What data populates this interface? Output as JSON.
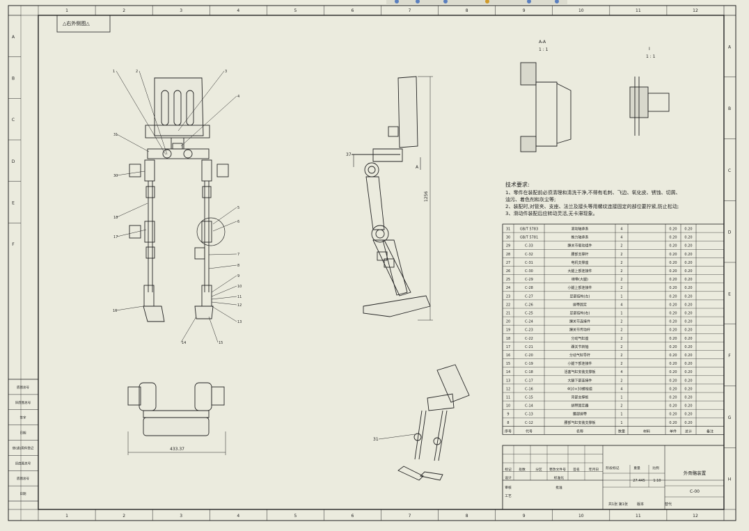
{
  "sheet": {
    "colors": {
      "paper": "#ebebde",
      "line": "#1a1a1a",
      "accent": "#c98a2e"
    },
    "top_numbers": [
      "1",
      "2",
      "3",
      "4",
      "5",
      "6",
      "7",
      "8",
      "9",
      "10",
      "11",
      "12"
    ],
    "bottom_numbers": [
      "1",
      "2",
      "3",
      "4",
      "5",
      "6",
      "7",
      "8",
      "9",
      "10",
      "11",
      "12"
    ],
    "left_letters": [
      "A",
      "B",
      "C",
      "D",
      "E",
      "F"
    ],
    "right_letters": [
      "A",
      "B",
      "C",
      "D",
      "E",
      "F",
      "G",
      "H"
    ],
    "corner_label": "△右外侧图△"
  },
  "left_strip": [
    "底图总号",
    "旧底图总号",
    "签字",
    "日期",
    "借(通)用件登记",
    "旧底图总号",
    "底图总号",
    "日期"
  ],
  "views": {
    "front": {
      "callouts_left": [
        "1",
        "2",
        "31",
        "30",
        "18",
        "17",
        "16"
      ],
      "callouts_right": [
        "3",
        "4",
        "5",
        "6",
        "7",
        "8",
        "9",
        "10",
        "11",
        "12",
        "13",
        "14",
        "15"
      ]
    },
    "side": {
      "callout": "37",
      "section_letter": "A",
      "height_dim": "1256"
    },
    "top": {
      "width_dim": "433.37"
    },
    "section_a": {
      "label": "A-A",
      "scale": "1 : 1"
    },
    "detail_i": {
      "label": "I",
      "scale": "1 : 1"
    },
    "iso": {
      "callout": "31"
    }
  },
  "tech_notes": {
    "title": "技术要求:",
    "lines": [
      "1、零件在装配前必须清理和清洗干净,不得有毛刺、飞边、氧化皮、锈蚀、切屑、",
      "    油污、着色剂和灰尘等;",
      "2、装配时,对管夹、支座、法兰及接头等用螺纹连接固定的部位要拧紧,防止松动;",
      "3、滑动件装配后应转动灵活,无卡滞现象。"
    ]
  },
  "bom": {
    "rows": [
      [
        "31",
        "GB/T 5783",
        "滚动轴承系",
        "4",
        "",
        "0.20",
        "0.20"
      ],
      [
        "30",
        "GB/T 5781",
        "推力轴承系",
        "4",
        "",
        "0.20",
        "0.20"
      ],
      [
        "29",
        "C-33",
        "踝关节驱动组件",
        "2",
        "",
        "0.20",
        "0.20"
      ],
      [
        "28",
        "C-32",
        "腰部支撑杆",
        "2",
        "",
        "0.20",
        "0.20"
      ],
      [
        "27",
        "C-31",
        "电机支撑座",
        "2",
        "",
        "0.20",
        "0.20"
      ],
      [
        "26",
        "C-30",
        "大腿上部连接件",
        "2",
        "",
        "0.20",
        "0.20"
      ],
      [
        "25",
        "C-29",
        "绑带(大腿)",
        "2",
        "",
        "0.20",
        "0.20"
      ],
      [
        "24",
        "C-28",
        "小腿上部连接件",
        "2",
        "",
        "0.20",
        "0.20"
      ],
      [
        "23",
        "C-27",
        "足部结构(左)",
        "1",
        "",
        "0.20",
        "0.20"
      ],
      [
        "22",
        "C-26",
        "绑带固定",
        "4",
        "",
        "0.20",
        "0.20"
      ],
      [
        "21",
        "C-25",
        "足部结构(右)",
        "1",
        "",
        "0.20",
        "0.20"
      ],
      [
        "20",
        "C-24",
        "踝关节连接件",
        "2",
        "",
        "0.20",
        "0.20"
      ],
      [
        "19",
        "C-23",
        "踝关节传动杆",
        "2",
        "",
        "0.20",
        "0.20"
      ],
      [
        "18",
        "C-22",
        "分动气缸座",
        "2",
        "",
        "0.20",
        "0.20"
      ],
      [
        "17",
        "C-21",
        "踝关节转轴",
        "2",
        "",
        "0.20",
        "0.20"
      ],
      [
        "16",
        "C-20",
        "分动气缸导杆",
        "2",
        "",
        "0.20",
        "0.20"
      ],
      [
        "15",
        "C-19",
        "小腿下部连接件",
        "2",
        "",
        "0.20",
        "0.20"
      ],
      [
        "14",
        "C-18",
        "活塞气缸安装支撑板",
        "4",
        "",
        "0.20",
        "0.20"
      ],
      [
        "13",
        "C-17",
        "大腿下部连接件",
        "2",
        "",
        "0.20",
        "0.20"
      ],
      [
        "12",
        "C-16",
        "Φ10×30螺栓组",
        "4",
        "",
        "0.20",
        "0.20"
      ],
      [
        "11",
        "C-15",
        "背部支撑板",
        "1",
        "",
        "0.20",
        "0.20"
      ],
      [
        "10",
        "C-14",
        "绑带固定器",
        "2",
        "",
        "0.20",
        "0.20"
      ],
      [
        "9",
        "C-13",
        "腰部绑带",
        "1",
        "",
        "0.20",
        "0.20"
      ],
      [
        "8",
        "C-12",
        "腰部气缸安装支撑板",
        "1",
        "",
        "0.20",
        "0.20"
      ]
    ],
    "header": [
      "序号",
      "代号",
      "名称",
      "数量",
      "材料",
      "单件",
      "总计",
      "备注"
    ]
  },
  "title_block": {
    "row1": [
      "标记",
      "处数",
      "分区",
      "更改文件号",
      "签名",
      "年月日"
    ],
    "labels": [
      "设计",
      "审核",
      "工艺",
      "标准化",
      "批准"
    ],
    "stage_headers": [
      "阶段标记",
      "重量",
      "比例"
    ],
    "weight": "27.445",
    "scale": "1:10",
    "drawing_name": "外骨骼装置",
    "drawing_no": "C-00",
    "sheet_text": "共1张 第1张",
    "version_label": "版本",
    "replace_label": "替代"
  }
}
